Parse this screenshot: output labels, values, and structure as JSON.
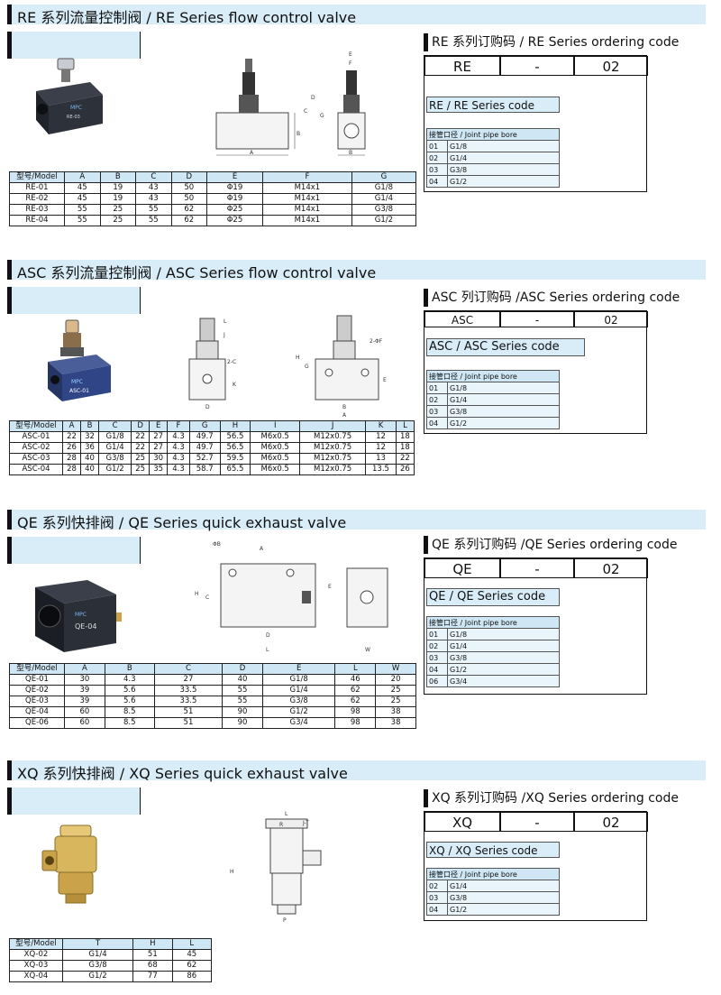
{
  "sections": {
    "re": {
      "title": "RE 系列流量控制阀 /  RE Series flow control valve"
    },
    "asc": {
      "title": "ASC 系列流量控制阀 /  ASC Series flow control valve"
    },
    "qe": {
      "title": "QE 系列快排阀 / QE Series quick exhaust valve"
    },
    "xq": {
      "title": "XQ 系列快排阀 / XQ Series quick exhaust valve"
    }
  },
  "re": {
    "photo_label": "RE-03",
    "table": {
      "headers": [
        "型号/Model",
        "A",
        "B",
        "C",
        "D",
        "E",
        "F",
        "G"
      ],
      "rows": [
        [
          "RE-01",
          "45",
          "19",
          "43",
          "50",
          "Φ19",
          "M14x1",
          "G1/8"
        ],
        [
          "RE-02",
          "45",
          "19",
          "43",
          "50",
          "Φ19",
          "M14x1",
          "G1/4"
        ],
        [
          "RE-03",
          "55",
          "25",
          "55",
          "62",
          "Φ25",
          "M14x1",
          "G3/8"
        ],
        [
          "RE-04",
          "55",
          "25",
          "55",
          "62",
          "Φ25",
          "M14x1",
          "G1/2"
        ]
      ]
    },
    "order": {
      "title": "RE 系列订购码 /  RE Series ordering code",
      "code": [
        "RE",
        "-",
        "02"
      ],
      "series_code": "RE / RE Series code",
      "bore_header": "接管口径 / Joint pipe bore",
      "bores": [
        [
          "01",
          "G1/8"
        ],
        [
          "02",
          "G1/4"
        ],
        [
          "03",
          "G3/8"
        ],
        [
          "04",
          "G1/2"
        ]
      ]
    }
  },
  "asc": {
    "photo_label": "ASC-01",
    "table": {
      "headers": [
        "型号/Model",
        "A",
        "B",
        "C",
        "D",
        "E",
        "F",
        "G",
        "H",
        "I",
        "J",
        "K",
        "L"
      ],
      "rows": [
        [
          "ASC-01",
          "22",
          "32",
          "G1/8",
          "22",
          "27",
          "4.3",
          "49.7",
          "56.5",
          "M6x0.5",
          "M12x0.75",
          "12",
          "18"
        ],
        [
          "ASC-02",
          "26",
          "36",
          "G1/4",
          "22",
          "27",
          "4.3",
          "49.7",
          "56.5",
          "M6x0.5",
          "M12x0.75",
          "12",
          "18"
        ],
        [
          "ASC-03",
          "28",
          "40",
          "G3/8",
          "25",
          "30",
          "4.3",
          "52.7",
          "59.5",
          "M6x0.5",
          "M12x0.75",
          "13",
          "22"
        ],
        [
          "ASC-04",
          "28",
          "40",
          "G1/2",
          "25",
          "35",
          "4.3",
          "58.7",
          "65.5",
          "M6x0.5",
          "M12x0.75",
          "13.5",
          "26"
        ]
      ]
    },
    "order": {
      "title": "ASC 列订购码 /ASC Series ordering code",
      "code": [
        "ASC",
        "-",
        "02"
      ],
      "series_code": "ASC  / ASC Series code",
      "bore_header": "接管口径 / Joint pipe bore",
      "bores": [
        [
          "01",
          "G1/8"
        ],
        [
          "02",
          "G1/4"
        ],
        [
          "03",
          "G3/8"
        ],
        [
          "04",
          "G1/2"
        ]
      ]
    }
  },
  "qe": {
    "photo_label": "QE-04",
    "table": {
      "headers": [
        "型号/Model",
        "A",
        "B",
        "C",
        "D",
        "E",
        "L",
        "W"
      ],
      "rows": [
        [
          "QE-01",
          "30",
          "4.3",
          "27",
          "40",
          "G1/8",
          "46",
          "20"
        ],
        [
          "QE-02",
          "39",
          "5.6",
          "33.5",
          "55",
          "G1/4",
          "62",
          "25"
        ],
        [
          "QE-03",
          "39",
          "5.6",
          "33.5",
          "55",
          "G3/8",
          "62",
          "25"
        ],
        [
          "QE-04",
          "60",
          "8.5",
          "51",
          "90",
          "G1/2",
          "98",
          "38"
        ],
        [
          "QE-06",
          "60",
          "8.5",
          "51",
          "90",
          "G3/4",
          "98",
          "38"
        ]
      ]
    },
    "order": {
      "title": "QE 系列订购码 /QE Series ordering code",
      "code": [
        "QE",
        "-",
        "02"
      ],
      "series_code": "QE  / QE Series code",
      "bore_header": "接管口径 / Joint pipe bore",
      "bores": [
        [
          "01",
          "G1/8"
        ],
        [
          "02",
          "G1/4"
        ],
        [
          "03",
          "G3/8"
        ],
        [
          "04",
          "G1/2"
        ],
        [
          "06",
          "G3/4"
        ]
      ]
    }
  },
  "xq": {
    "table": {
      "headers": [
        "型号/Model",
        "T",
        "H",
        "L"
      ],
      "rows": [
        [
          "XQ-02",
          "G1/4",
          "51",
          "45"
        ],
        [
          "XQ-03",
          "G3/8",
          "68",
          "62"
        ],
        [
          "XQ-04",
          "G1/2",
          "77",
          "86"
        ]
      ]
    },
    "order": {
      "title": "XQ 系列订购码 /XQ Series ordering code",
      "code": [
        "XQ",
        "-",
        "02"
      ],
      "series_code": "XQ / XQ Series code",
      "bore_header": "接管口径 / Joint pipe bore",
      "bores": [
        [
          "02",
          "G1/4"
        ],
        [
          "03",
          "G3/8"
        ],
        [
          "04",
          "G1/2"
        ]
      ]
    }
  },
  "colors": {
    "accent_bg": "#d9edf8",
    "header_bg": "#cfe7f5"
  }
}
